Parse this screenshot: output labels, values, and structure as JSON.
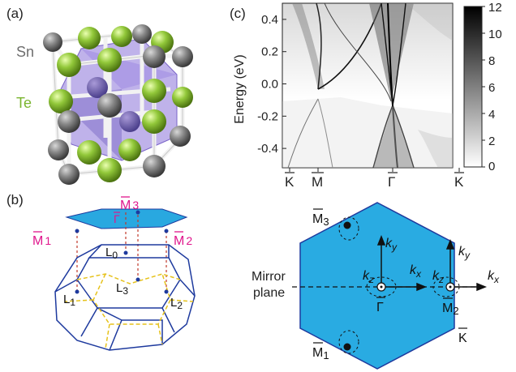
{
  "panels": {
    "a": {
      "label": "(a)",
      "species": [
        {
          "name": "Sn",
          "color": "#6e6e6e"
        },
        {
          "name": "Te",
          "color": "#8bc53f"
        }
      ]
    },
    "b": {
      "label": "(b)",
      "points": {
        "M3": {
          "letter": "M",
          "sub": "3"
        },
        "M1": {
          "letter": "M",
          "sub": "1"
        },
        "M2": {
          "letter": "M",
          "sub": "2"
        },
        "Gamma": "Γ",
        "L0": {
          "letter": "L",
          "sub": "0"
        },
        "L1": {
          "letter": "L",
          "sub": "1"
        },
        "L2": {
          "letter": "L",
          "sub": "2"
        },
        "L3": {
          "letter": "L",
          "sub": "3"
        }
      },
      "accent": "#e0168c",
      "bz_color": "#1e3a9e",
      "plane_color": "#29a8e0"
    },
    "c": {
      "label": "(c)",
      "plane_color": "#29abe2",
      "mirror_label": [
        "Mirror",
        "plane"
      ],
      "k_labels": {
        "kx": "k",
        "kx_sub": "x",
        "ky": "k",
        "ky_sub": "y",
        "kz": "k",
        "kz_sub": "z"
      },
      "hex_points": {
        "M3": {
          "letter": "M",
          "sub": "3"
        },
        "M1": {
          "letter": "M",
          "sub": "1"
        },
        "M2": {
          "letter": "M",
          "sub": "2"
        },
        "Gamma": "Γ",
        "K": "K"
      }
    }
  },
  "chart_data": {
    "type": "heatmap",
    "xlabel": "",
    "ylabel": "Energy (eV)",
    "x_ticks": [
      "K",
      "M",
      "Γ",
      "K"
    ],
    "y_ticks": [
      0.4,
      0.2,
      0.0,
      -0.2,
      -0.4
    ],
    "y_tick_labels": [
      "0.4",
      "0.2",
      "0.0",
      "-0.2",
      "-0.4"
    ],
    "ylim": [
      -0.52,
      0.5
    ],
    "colorbar": {
      "ticks": [
        12,
        10,
        8,
        6,
        4,
        2,
        0
      ],
      "range": [
        0,
        12
      ],
      "colormap": "white-to-black"
    },
    "grid": false
  }
}
